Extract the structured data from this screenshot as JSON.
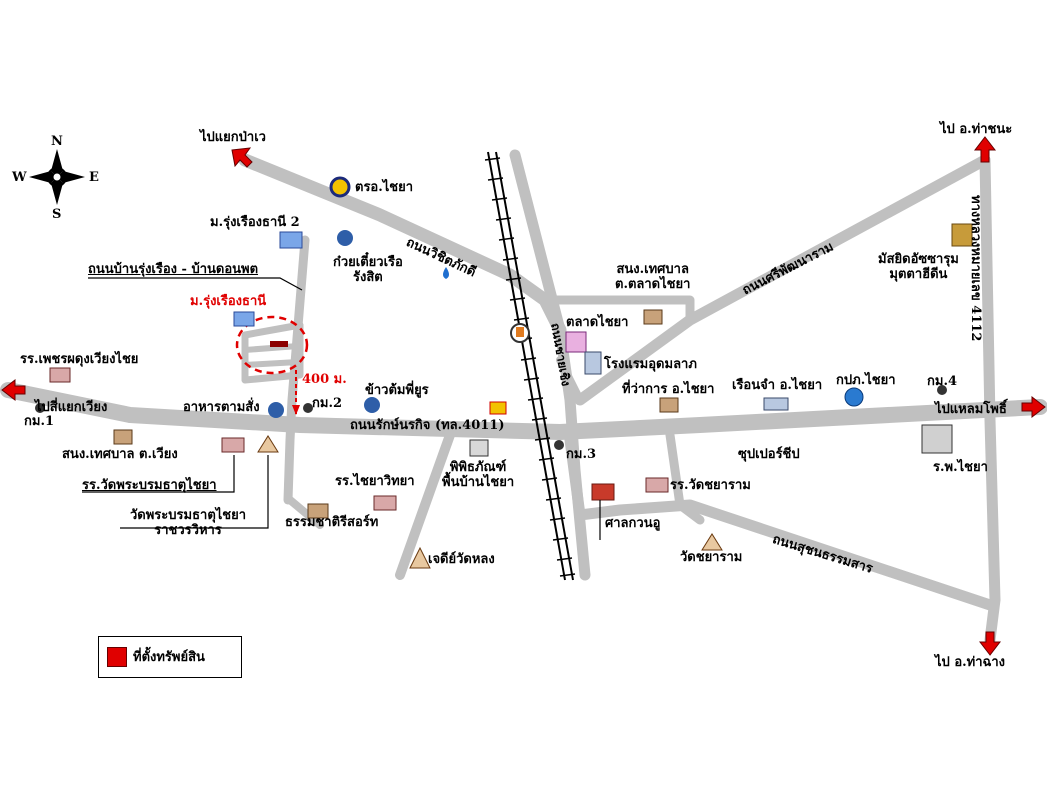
{
  "compass": {
    "n": "N",
    "s": "S",
    "e": "E",
    "w": "W"
  },
  "labels": {
    "to_yaek_pawe": "ไปแยกป่าเว",
    "to_tha_chana": "ไป อ.ท่าชนะ",
    "to_laem_pho": "ไปแหลมโพธิ์",
    "to_tha_chang": "ไป อ.ท่าฉาง",
    "to_yaek_wiang": "ไปสี่แยกเวียง",
    "post_office": "ตรอ.ไชยา",
    "moo_rung_2": "ม.รุ่งเรืองธานี 2",
    "kuaytiao": "ก๋วยเตี๋ยวเรือ\nรังสิต",
    "road_rung_ruang": "ถนนบ้านรุ่งเรือง - บ้านดอนพต",
    "moo_rung": "ม.รุ่งเรืองธานี",
    "road_wichit": "ถนนวิชิตภักดี",
    "sno_market": "สนง.เทศบาล\nต.ตลาดไชยา",
    "road_sri": "ถนนศรีพัฒนาราม",
    "mosque": "มัสยิดอัซซารุม\nมุตตาฮีดีน",
    "hwy_4112": "ทางหลวงหมายเลข 4112",
    "school_phet": "รร.เพชรผดุงเวียงไชย",
    "dist_400": "400 ม.",
    "km2": "กม.2",
    "khaotom": "ข้าวต้มพี่ยูร",
    "food_tam": "อาหารตามสั่ง",
    "talad_chaiya": "ตลาดไชยา",
    "hotel": "โรงแรมอุดมลาภ",
    "road_pha": "ถนนชายเชิง",
    "district_office": "ที่ว่าการ อ.ไชยา",
    "prison": "เรือนจำ อ.ไชยา",
    "police": "กปภ.ไชยา",
    "km4": "กม.4",
    "km1": "กม.1",
    "road_main": "ถนนรักษ์นรกิจ (ทล.4011)",
    "sno_wiang": "สนง.เทศบาล ต.เวียง",
    "museum": "พิพิธภัณฑ์\nพื้นบ้านไชยา",
    "km3": "กม.3",
    "supercheap": "ซุปเปอร์ชีป",
    "hospital": "ร.พ.ไชยา",
    "school_wat": "รร.วัดพระบรมธาตุไชยา",
    "school_chaiya": "รร.ไชยาวิทยา",
    "school_chaya": "รร.วัดชยาราม",
    "wat_borom": "วัดพระบรมธาตุไชยา\nราชวรวิหาร",
    "resort": "ธรรมชาติรีสอร์ท",
    "shrine": "ศาลกวนอู",
    "wat_chaya": "วัดชยาราม",
    "chedi": "เจดีย์วัดหลง",
    "road_suchon": "ถนนสุชนธรรมสาร"
  },
  "legend": {
    "label": "ที่ตั้งทรัพย์สิน",
    "color": "#e00000"
  },
  "colors": {
    "road": "#c0c0c0",
    "rail": "#000000",
    "marker": "#e00000"
  }
}
